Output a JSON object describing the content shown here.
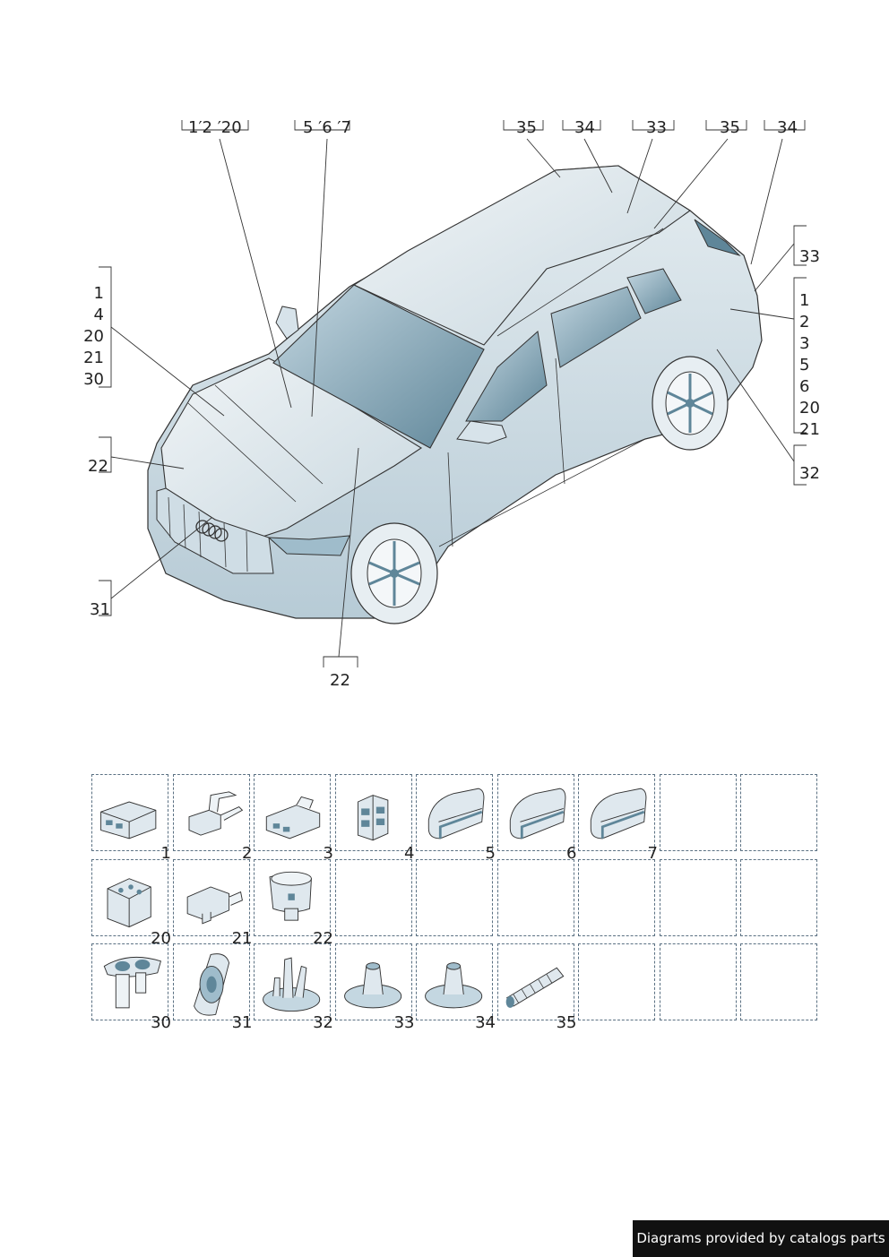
{
  "top_callouts": [
    {
      "text": "1′2 ′20"
    },
    {
      "text": "5 ′6 ′7"
    },
    {
      "text": "35"
    },
    {
      "text": "34"
    },
    {
      "text": "33"
    },
    {
      "text": "35"
    },
    {
      "text": "34"
    }
  ],
  "left_group_front": [
    "1",
    "4",
    "20",
    "21",
    "30"
  ],
  "left_single_22": "22",
  "left_single_31": "31",
  "bottom_single_22": "22",
  "right_single_33": "33",
  "right_group_rear": [
    "1",
    "2",
    "3",
    "5",
    "6",
    "20",
    "21"
  ],
  "right_single_32": "32",
  "parts": [
    {
      "number": "1",
      "icon": "connector-housing-icon"
    },
    {
      "number": "2",
      "icon": "flat-connector-icon"
    },
    {
      "number": "3",
      "icon": "plug-housing-icon"
    },
    {
      "number": "4",
      "icon": "multi-pin-connector-icon"
    },
    {
      "number": "5",
      "icon": "protective-cap-icon"
    },
    {
      "number": "6",
      "icon": "protective-cap-icon"
    },
    {
      "number": "7",
      "icon": "protective-cap-icon"
    },
    {
      "number": "",
      "icon": ""
    },
    {
      "number": "",
      "icon": ""
    },
    {
      "number": "20",
      "icon": "relay-socket-icon"
    },
    {
      "number": "21",
      "icon": "angled-connector-icon"
    },
    {
      "number": "22",
      "icon": "round-connector-icon"
    },
    {
      "number": "",
      "icon": ""
    },
    {
      "number": "",
      "icon": ""
    },
    {
      "number": "",
      "icon": ""
    },
    {
      "number": "",
      "icon": ""
    },
    {
      "number": "",
      "icon": ""
    },
    {
      "number": "",
      "icon": ""
    },
    {
      "number": "30",
      "icon": "lamp-socket-icon"
    },
    {
      "number": "31",
      "icon": "speaker-icon"
    },
    {
      "number": "32",
      "icon": "cable-grommet-icon"
    },
    {
      "number": "33",
      "icon": "grommet-icon"
    },
    {
      "number": "34",
      "icon": "grommet-icon"
    },
    {
      "number": "35",
      "icon": "corrugated-tube-icon"
    },
    {
      "number": "",
      "icon": ""
    },
    {
      "number": "",
      "icon": ""
    },
    {
      "number": "",
      "icon": ""
    }
  ],
  "credit": "Diagrams provided by catalogs parts",
  "colors": {
    "car_fill": "#e6edf1",
    "car_dark": "#5f8699",
    "glass": "#9fbccb",
    "line": "#333333",
    "cell_border": "#5b7183"
  }
}
